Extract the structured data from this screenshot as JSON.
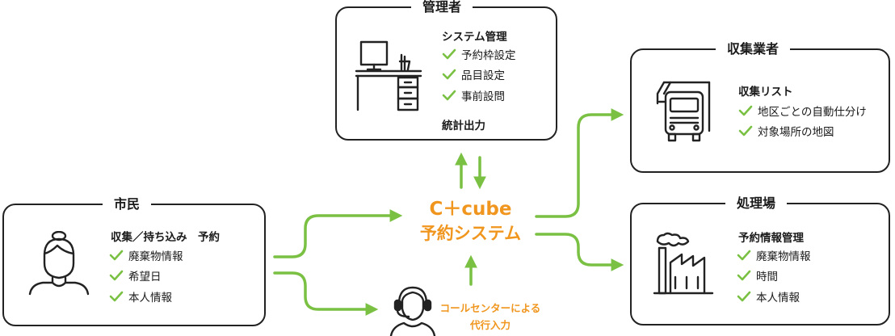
{
  "admin": {
    "title": "管理者",
    "heading": "システム管理",
    "items": [
      "予約枠設定",
      "品目設定",
      "事前設問"
    ],
    "heading2": "統計出力"
  },
  "collector": {
    "title": "収集業者",
    "heading": "収集リスト",
    "items": [
      "地区ごとの自動仕分け",
      "対象場所の地図"
    ]
  },
  "citizen": {
    "title": "市民",
    "heading": "収集／持ち込み　予約",
    "items": [
      "廃棄物情報",
      "希望日",
      "本人情報"
    ]
  },
  "plant": {
    "title": "処理場",
    "heading": "予約情報管理",
    "items": [
      "廃棄物情報",
      "時間",
      "本人情報"
    ]
  },
  "system": {
    "line1": "C＋cube",
    "line2": "予約システム"
  },
  "call_center": {
    "line1": "コールセンターによる",
    "line2": "代行入力"
  },
  "colors": {
    "accent_green": "#7ac143",
    "system_orange": "#f0961e",
    "line_dark": "#222222"
  },
  "icons": [
    "desk-computer-icon",
    "truck-icon",
    "person-icon",
    "factory-icon",
    "operator-headset-icon",
    "checkmark-icon"
  ]
}
